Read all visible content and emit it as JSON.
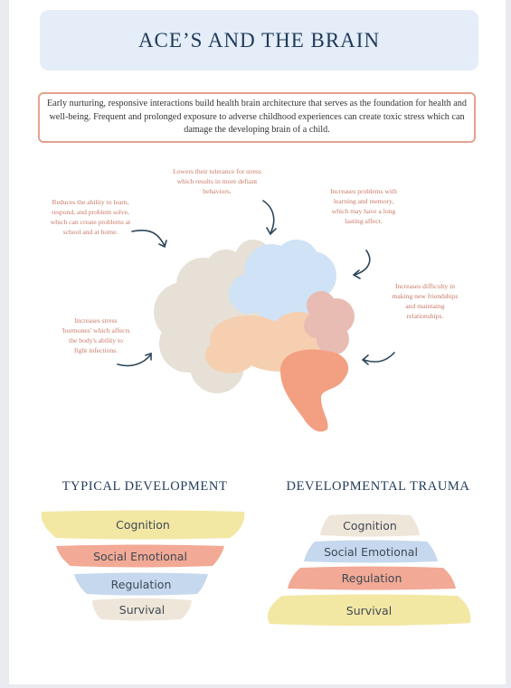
{
  "title": "ACE’S AND THE BRAIN",
  "intro": "Early nurturing, responsive interactions build health brain architecture that serves as the foundation for health and well-being. Frequent and prolonged exposure to adverse childhood experiences can create toxic stress which can damage the developing brain of a child.",
  "notes": {
    "problem_solving": "Reduces the ability to learn, respond, and problem solve, which can create problems at school and at home.",
    "stress_tolerance": "Lowers their tolerance for stress which results in more defiant behaviors.",
    "learning_memory": "Increases problems with learning and memory, which may have a long lasting affect.",
    "friendships": "Increases difficulty in making new friendships and maintaing relationships.",
    "stress_hormones": "Increases stress 'hormones' which affects the body's ability to fight infections."
  },
  "typical": {
    "heading": "TYPICAL DEVELOPMENT",
    "tiers": [
      "Cognition",
      "Social Emotional",
      "Regulation",
      "Survival"
    ]
  },
  "trauma": {
    "heading": "DEVELOPMENTAL TRAUMA",
    "tiers": [
      "Cognition",
      "Social Emotional",
      "Regulation",
      "Survival"
    ]
  },
  "colors": {
    "yellow": "#f3e7a4",
    "salmon": "#f2a995",
    "blue": "#c5d8ee",
    "beige": "#efe6da",
    "brain_grey": "#e6e0d6",
    "brain_blue": "#cfe2f6",
    "brain_peach": "#f6cfb0",
    "brain_pink": "#e8bcb3",
    "brain_orange": "#f39f82",
    "arrow": "#2d4659"
  }
}
